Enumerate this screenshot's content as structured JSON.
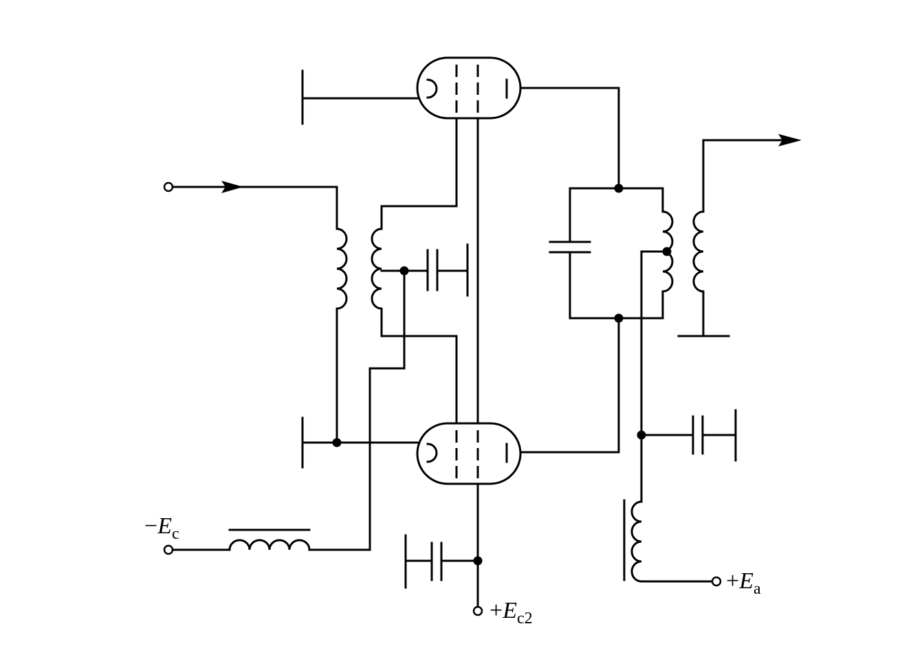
{
  "labels": {
    "neg_ec": {
      "sign": "−",
      "symbol": "E",
      "sub": "c"
    },
    "pos_ec2": {
      "sign": "+",
      "symbol": "E",
      "sub": "c2"
    },
    "pos_ea": {
      "sign": "+",
      "symbol": "E",
      "sub": "a"
    }
  }
}
